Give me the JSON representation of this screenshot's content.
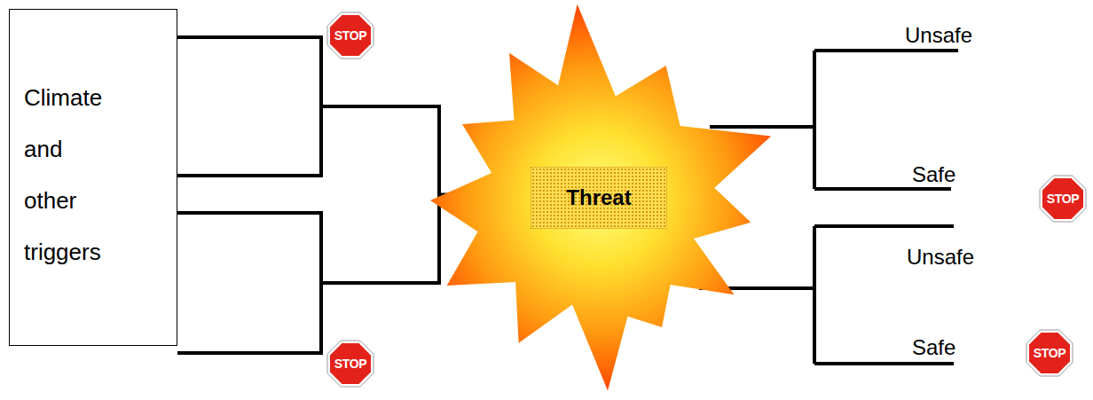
{
  "diagram": {
    "nodes": [
      {
        "text": [
          "Climate and other triggers"
        ]
      },
      {
        "text": [
          "STOP"
        ]
      },
      {
        "text": [
          "STOP"
        ]
      },
      {
        "text": [
          "Threat"
        ]
      },
      {
        "text": [
          "STOP"
        ]
      },
      {
        "text": [
          "STOP"
        ]
      }
    ],
    "edges": [
      {
        "from": 0,
        "to": 3,
        "arrow": "none"
      }
    ],
    "labels": [
      "Unsafe",
      "Safe",
      "Unsafe",
      "Safe"
    ]
  }
}
